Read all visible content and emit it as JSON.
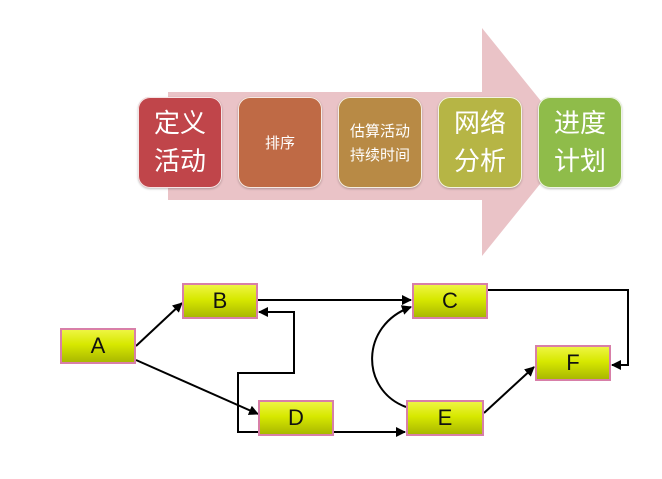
{
  "process": {
    "steps": [
      {
        "label": "定义\n活动",
        "color": "#c0454a",
        "size": "big"
      },
      {
        "label": "排序",
        "color": "#bf6a45",
        "size": "small"
      },
      {
        "label": "估算活动\n持续时间",
        "color": "#b88a45",
        "size": "small"
      },
      {
        "label": "网络\n分析",
        "color": "#b6b545",
        "size": "big"
      },
      {
        "label": "进度\n计划",
        "color": "#8fbc4a",
        "size": "big"
      }
    ],
    "arrow_color": "#eac3c7"
  },
  "network": {
    "nodes": [
      {
        "id": "A",
        "label": "A"
      },
      {
        "id": "B",
        "label": "B"
      },
      {
        "id": "C",
        "label": "C"
      },
      {
        "id": "D",
        "label": "D"
      },
      {
        "id": "E",
        "label": "E"
      },
      {
        "id": "F",
        "label": "F"
      }
    ],
    "edges": [
      {
        "from": "A",
        "to": "B"
      },
      {
        "from": "A",
        "to": "D"
      },
      {
        "from": "B",
        "to": "C"
      },
      {
        "from": "D",
        "to": "B"
      },
      {
        "from": "D",
        "to": "E"
      },
      {
        "from": "E",
        "to": "C"
      },
      {
        "from": "C",
        "to": "F"
      },
      {
        "from": "E",
        "to": "F"
      }
    ],
    "node_fill": "#d7e800",
    "node_border": "#d87fa8"
  }
}
